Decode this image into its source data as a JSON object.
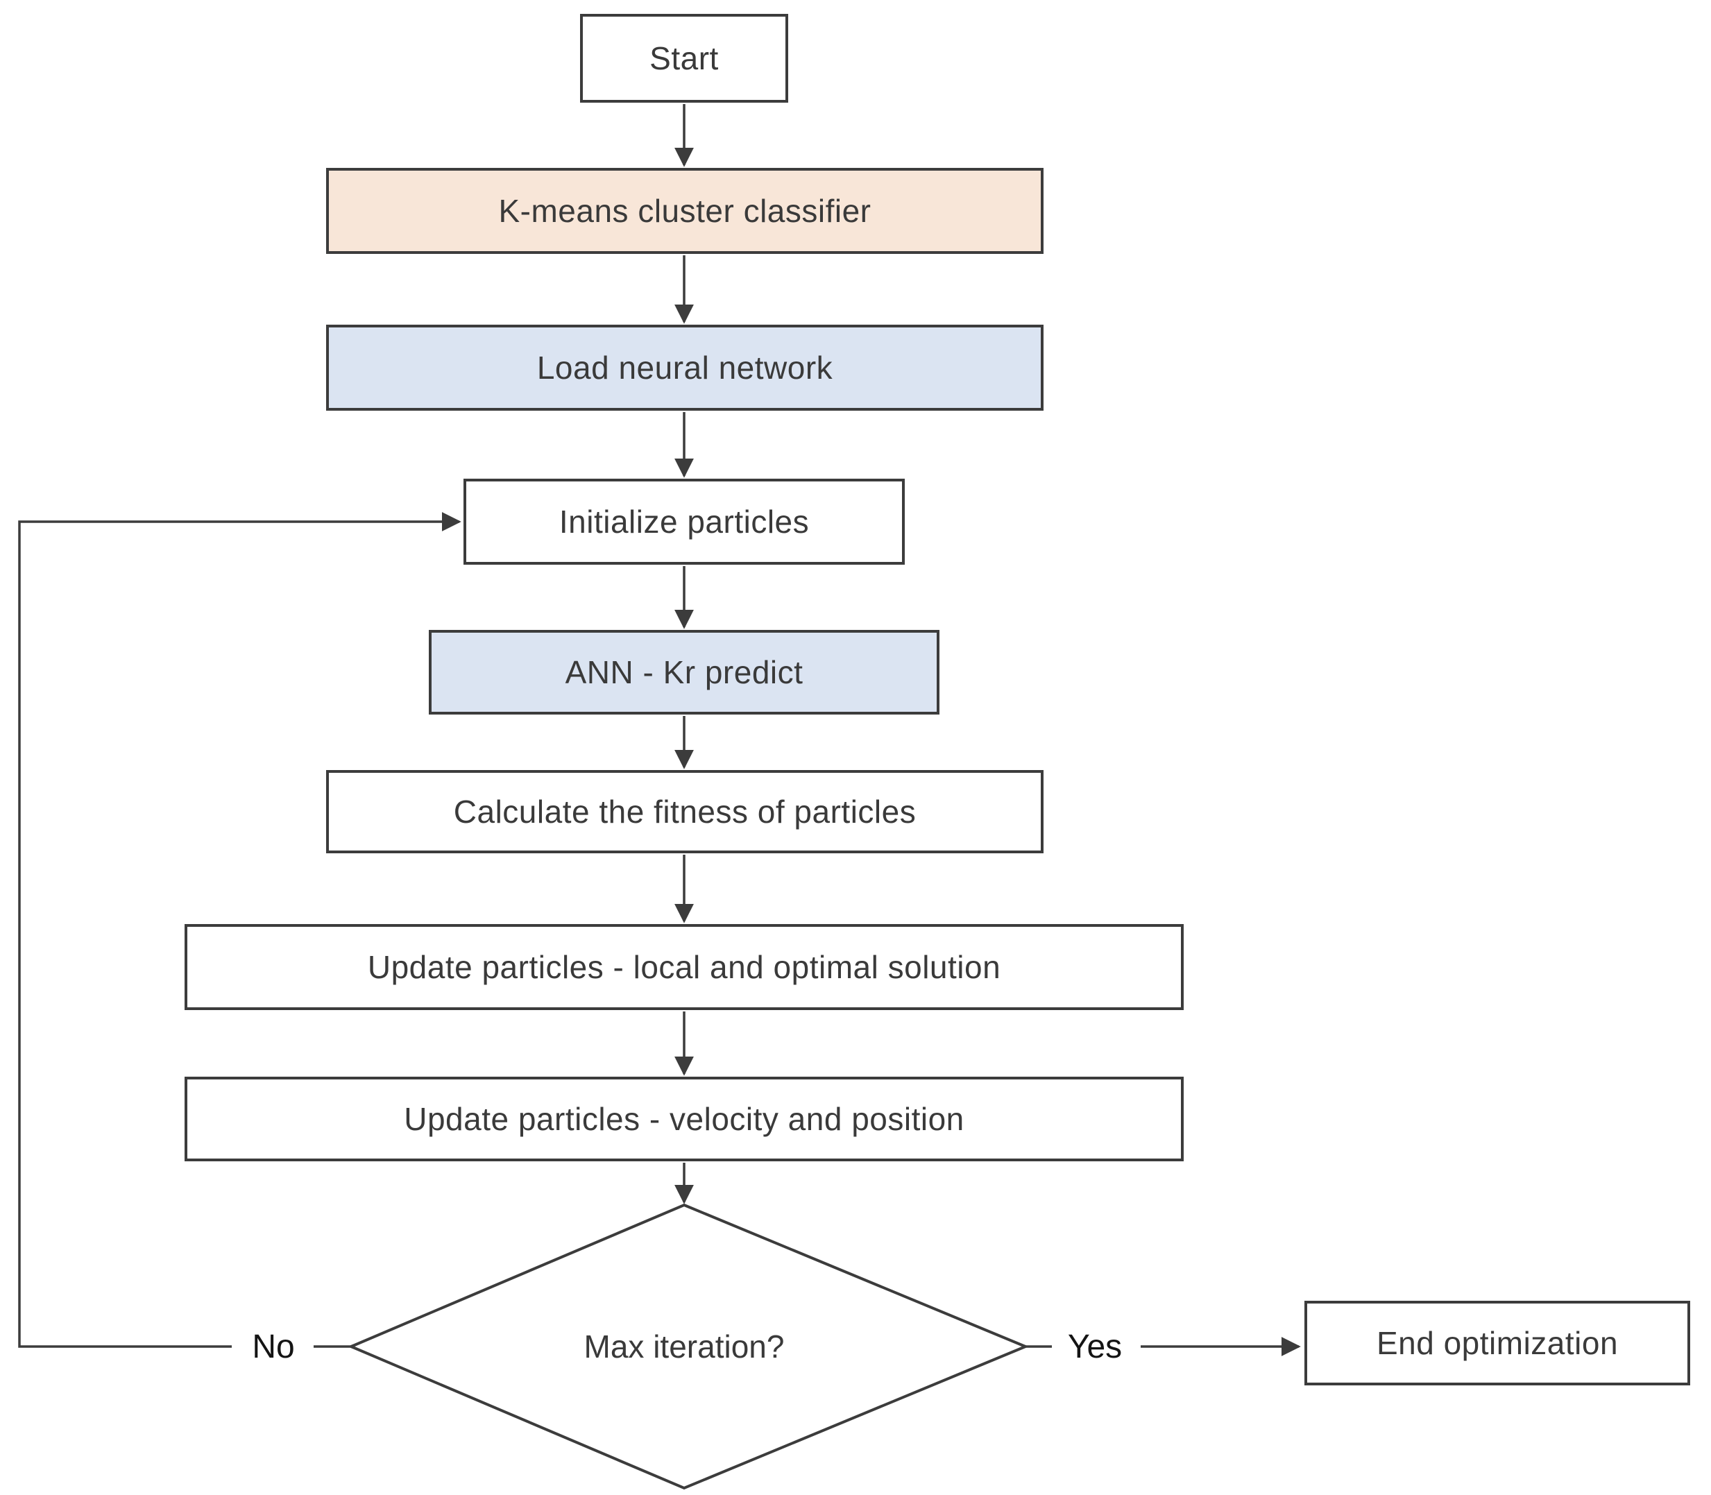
{
  "diagram": {
    "nodes": [
      {
        "id": "start",
        "label": "Start",
        "shape": "rect",
        "fill": "#ffffff"
      },
      {
        "id": "kmeans",
        "label": "K-means cluster classifier",
        "shape": "rect",
        "fill": "#f8e6d8"
      },
      {
        "id": "load-nn",
        "label": "Load neural network",
        "shape": "rect",
        "fill": "#dbe4f2"
      },
      {
        "id": "init-particles",
        "label": "Initialize particles",
        "shape": "rect",
        "fill": "#ffffff"
      },
      {
        "id": "ann-kr-predict",
        "label": "ANN - Kr predict",
        "shape": "rect",
        "fill": "#dbe4f2"
      },
      {
        "id": "calc-fitness",
        "label": "Calculate the fitness of particles",
        "shape": "rect",
        "fill": "#ffffff"
      },
      {
        "id": "update-local",
        "label": "Update particles - local and optimal solution",
        "shape": "rect",
        "fill": "#ffffff"
      },
      {
        "id": "update-velocity",
        "label": "Update particles - velocity and position",
        "shape": "rect",
        "fill": "#ffffff"
      },
      {
        "id": "max-iteration",
        "label": "Max iteration?",
        "shape": "diamond",
        "fill": "#ffffff"
      },
      {
        "id": "end-optimization",
        "label": "End optimization",
        "shape": "rect",
        "fill": "#ffffff"
      }
    ],
    "edge_labels": {
      "no": "No",
      "yes": "Yes"
    },
    "colors": {
      "stroke": "#3c3c3c",
      "text": "#3a3a3a",
      "peach_fill": "#f8e6d8",
      "blue_fill": "#dbe4f2",
      "background": "#ffffff"
    }
  }
}
